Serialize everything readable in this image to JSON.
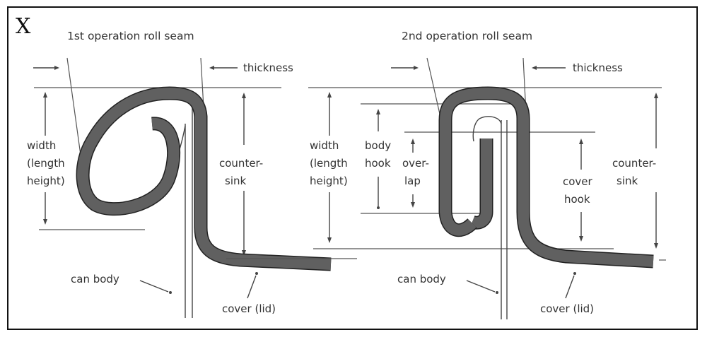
{
  "figure_label": "X",
  "panels": {
    "first": {
      "title": "1st operation roll seam",
      "thickness": "thickness",
      "width_1": "width",
      "width_2": "(length",
      "width_3": "height)",
      "counter_1": "counter-",
      "counter_2": "sink",
      "can_body": "can body",
      "cover": "cover (lid)"
    },
    "second": {
      "title": "2nd operation roll seam",
      "thickness": "thickness",
      "width_1": "width",
      "width_2": "(length",
      "width_3": "height)",
      "body_hook_1": "body",
      "body_hook_2": "hook",
      "overlap_1": "over-",
      "overlap_2": "lap",
      "cover_hook_1": "cover",
      "cover_hook_2": "hook",
      "counter_1": "counter-",
      "counter_2": "sink",
      "can_body": "can body",
      "cover": "cover (lid)"
    }
  },
  "colors": {
    "metal": "#606060",
    "line": "#444444",
    "border": "#111111"
  }
}
